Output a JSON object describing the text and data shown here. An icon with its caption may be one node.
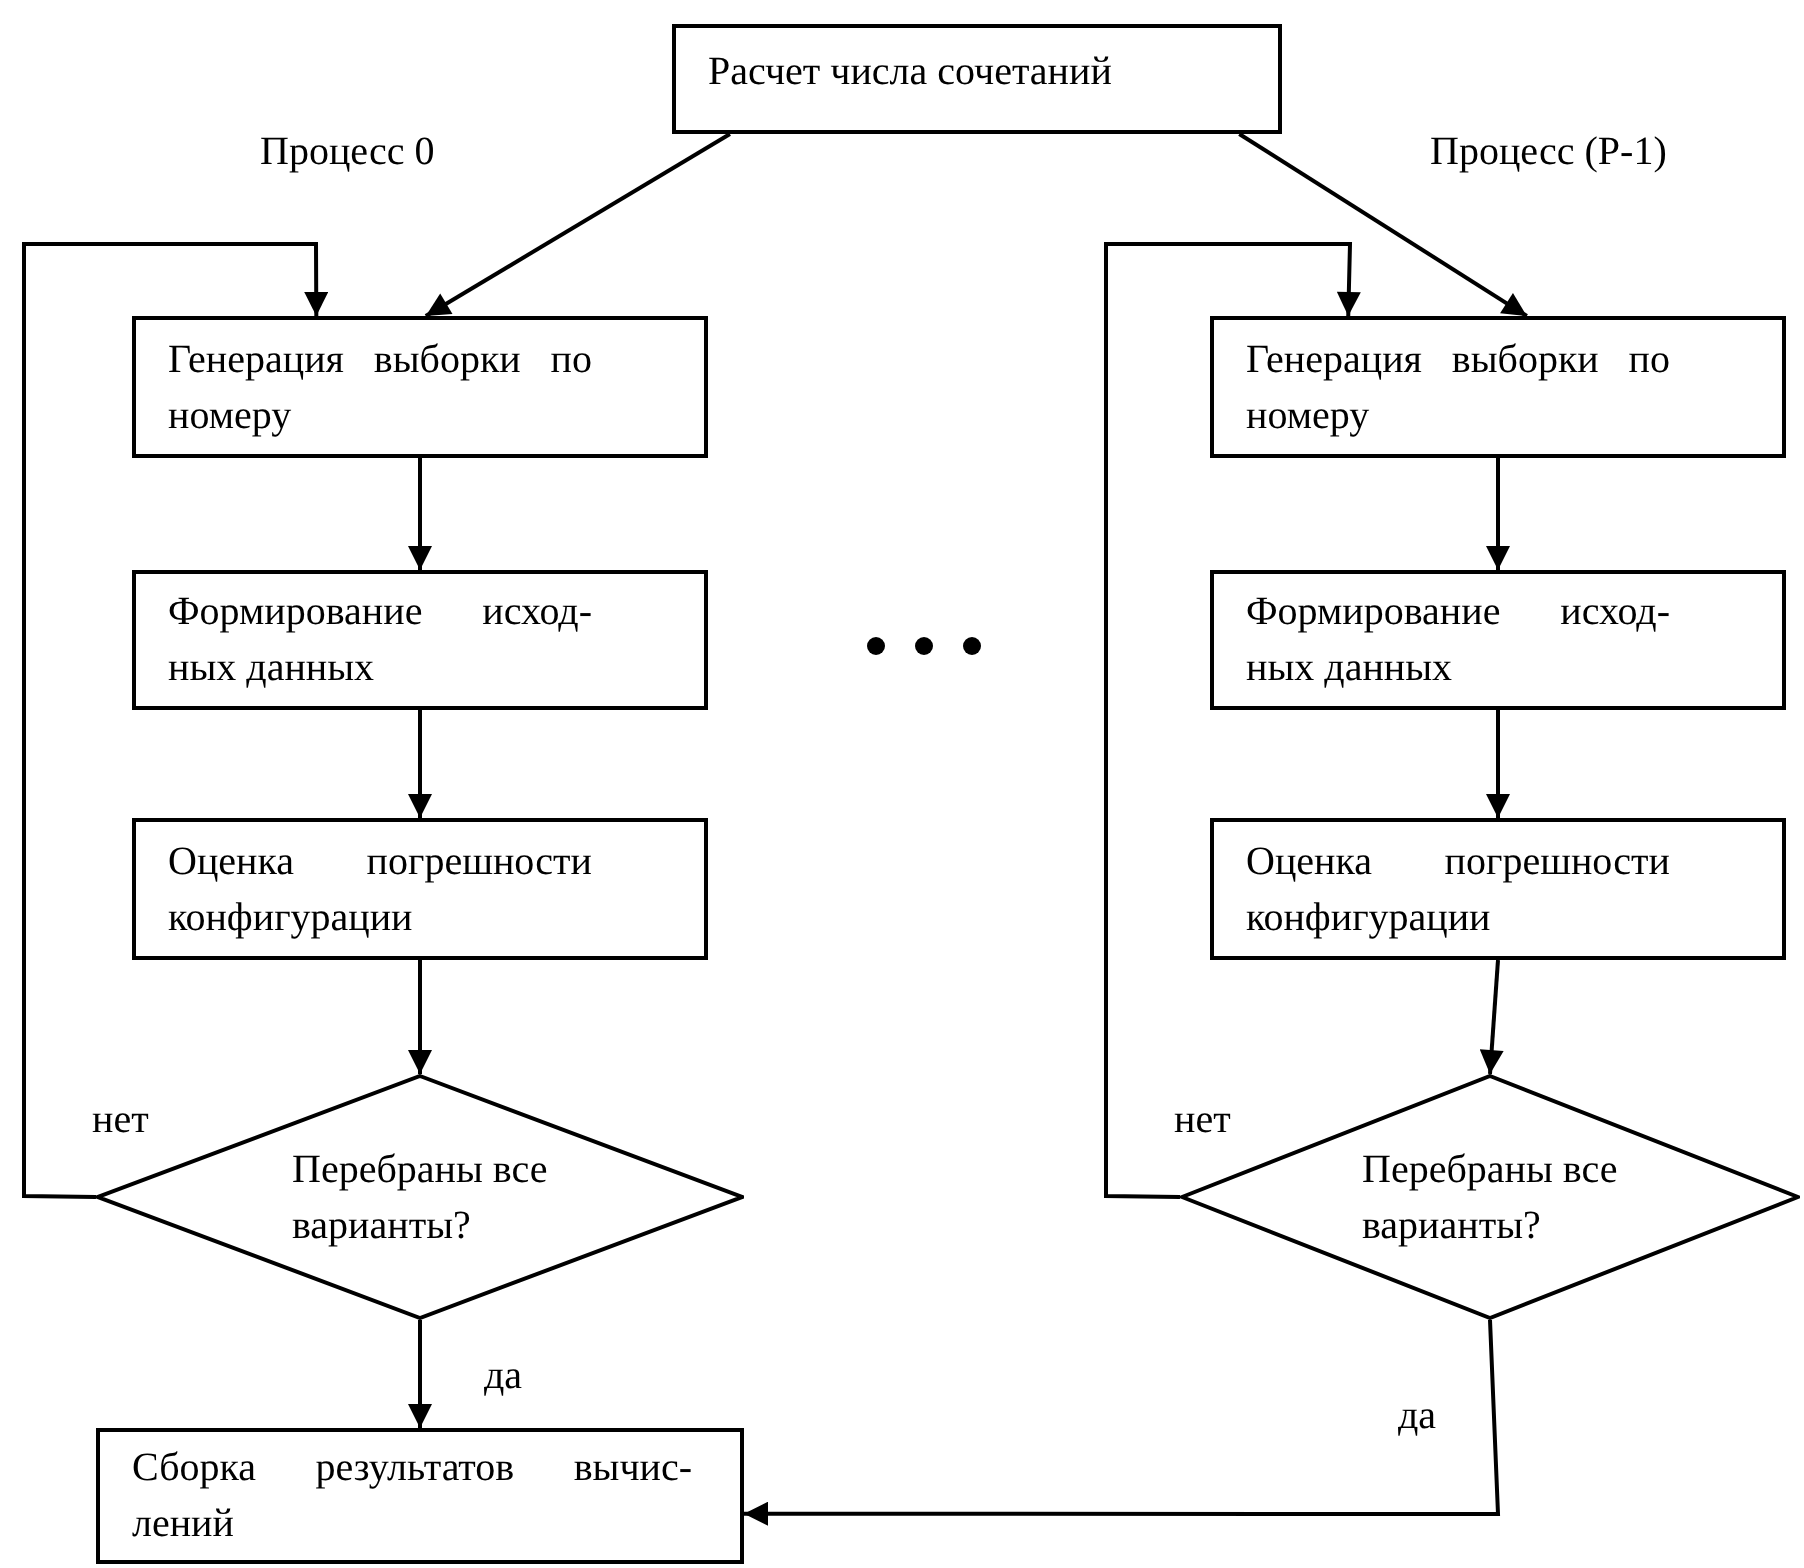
{
  "diagram": {
    "nodes": [
      {
        "text": [
          "Расчет числа сочетаний"
        ]
      },
      {
        "text": [
          "Генерация выборки по номеру"
        ]
      },
      {
        "text": [
          "Формирование исход-ных данных"
        ]
      },
      {
        "text": [
          "Оценка погрешности конфигурации"
        ]
      },
      {
        "text": [
          "Перебраны все варианты?"
        ]
      },
      {
        "text": [
          "Генерация выборки по номеру"
        ]
      },
      {
        "text": [
          "Формирование исход-ных данных"
        ]
      },
      {
        "text": [
          "Оценка погрешности конфигурации"
        ]
      },
      {
        "text": [
          "Перебраны все варианты?"
        ]
      },
      {
        "text": [
          "Сборка результатов вычис-лений"
        ]
      }
    ],
    "edges": [
      {
        "from": 0,
        "to": 1,
        "arrow": "to"
      },
      {
        "from": 0,
        "to": 5,
        "arrow": "to"
      },
      {
        "from": 1,
        "to": 2,
        "arrow": "to"
      },
      {
        "from": 2,
        "to": 3,
        "arrow": "to"
      },
      {
        "from": 3,
        "to": 4,
        "arrow": "to"
      },
      {
        "from": 4,
        "to": 1,
        "arrow": "to",
        "label": "нет"
      },
      {
        "from": 4,
        "to": 9,
        "arrow": "to",
        "label": "да"
      },
      {
        "from": 5,
        "to": 6,
        "arrow": "to"
      },
      {
        "from": 6,
        "to": 7,
        "arrow": "to"
      },
      {
        "from": 7,
        "to": 8,
        "arrow": "to"
      },
      {
        "from": 8,
        "to": 5,
        "arrow": "to",
        "label": "нет"
      },
      {
        "from": 8,
        "to": 9,
        "arrow": "to",
        "label": "да"
      }
    ],
    "labels": [
      "Процесс 0",
      "Процесс (P-1)"
    ]
  }
}
